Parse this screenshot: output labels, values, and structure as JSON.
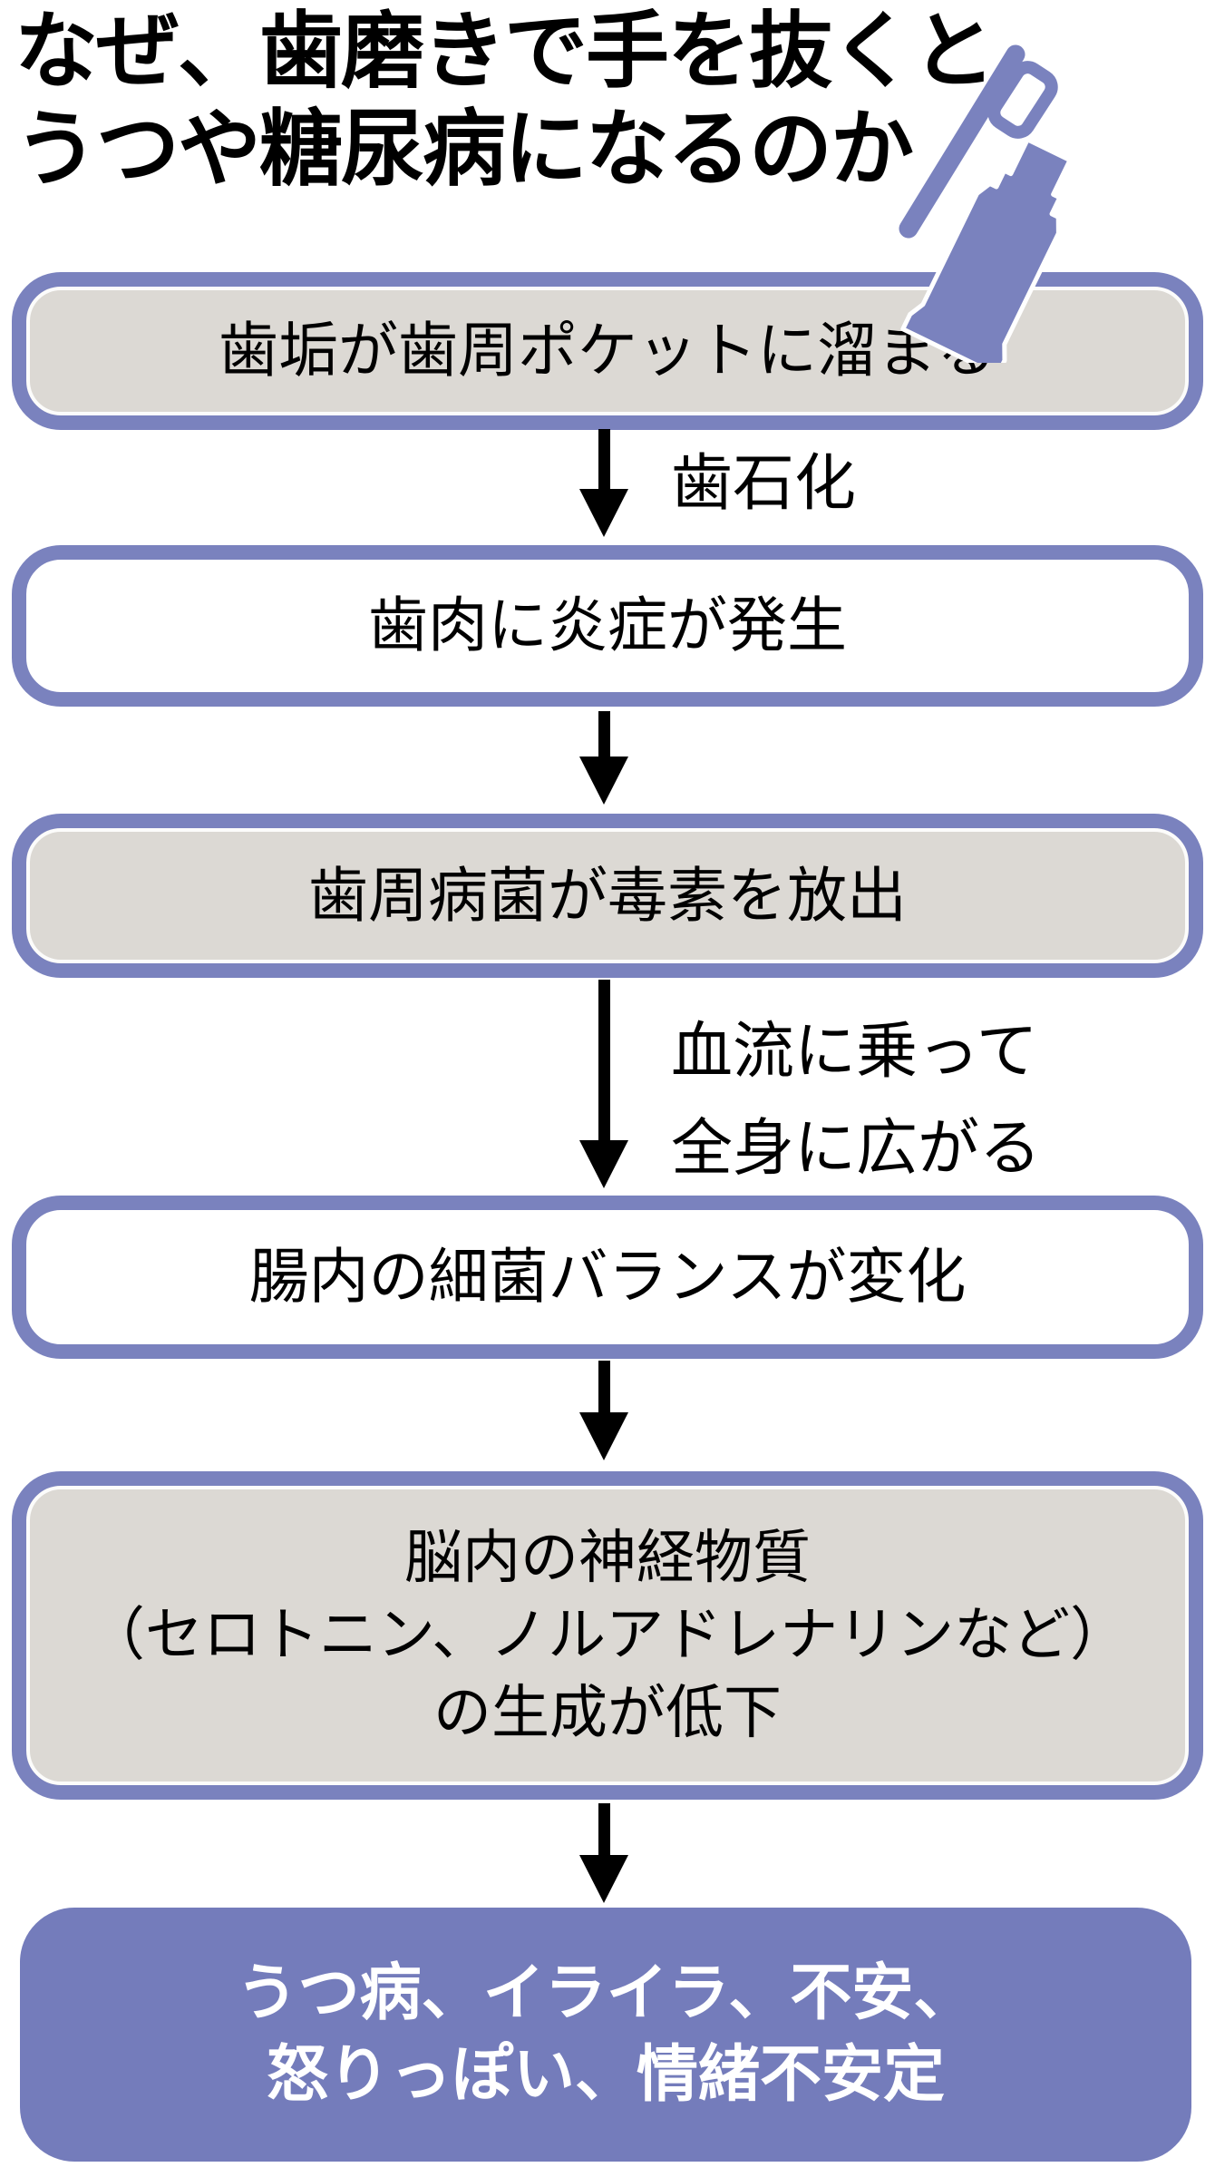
{
  "title": {
    "text": "なぜ、歯磨きで手を抜くと\nうつや糖尿病になるのか"
  },
  "icon": {
    "name": "toothbrush-and-toothpaste"
  },
  "colors": {
    "accent": "#7A82BE",
    "accent_fill": "#747CBB",
    "box_fill_gray": "#DCD9D4",
    "box_fill_white": "#FFFFFF",
    "arrow": "#000000",
    "final_text": "#FFFFFF"
  },
  "flow": {
    "steps": [
      {
        "text": "歯垢が歯周ポケットに溜まる",
        "variant": "gray"
      },
      {
        "text": "歯肉に炎症が発生",
        "variant": "white"
      },
      {
        "text": "歯周病菌が毒素を放出",
        "variant": "gray"
      },
      {
        "text": "腸内の細菌バランスが変化",
        "variant": "white"
      },
      {
        "text": "脳内の神経物質\n（セロトニン、ノルアドレナリンなど）\nの生成が低下",
        "variant": "gray"
      },
      {
        "text": "うつ病、イライラ、不安、\n怒りっぽい、情緒不安定",
        "variant": "accent"
      }
    ],
    "arrow_labels": {
      "calcification": "歯石化",
      "bloodstream": "血流に乗って\n全身に広がる"
    }
  }
}
